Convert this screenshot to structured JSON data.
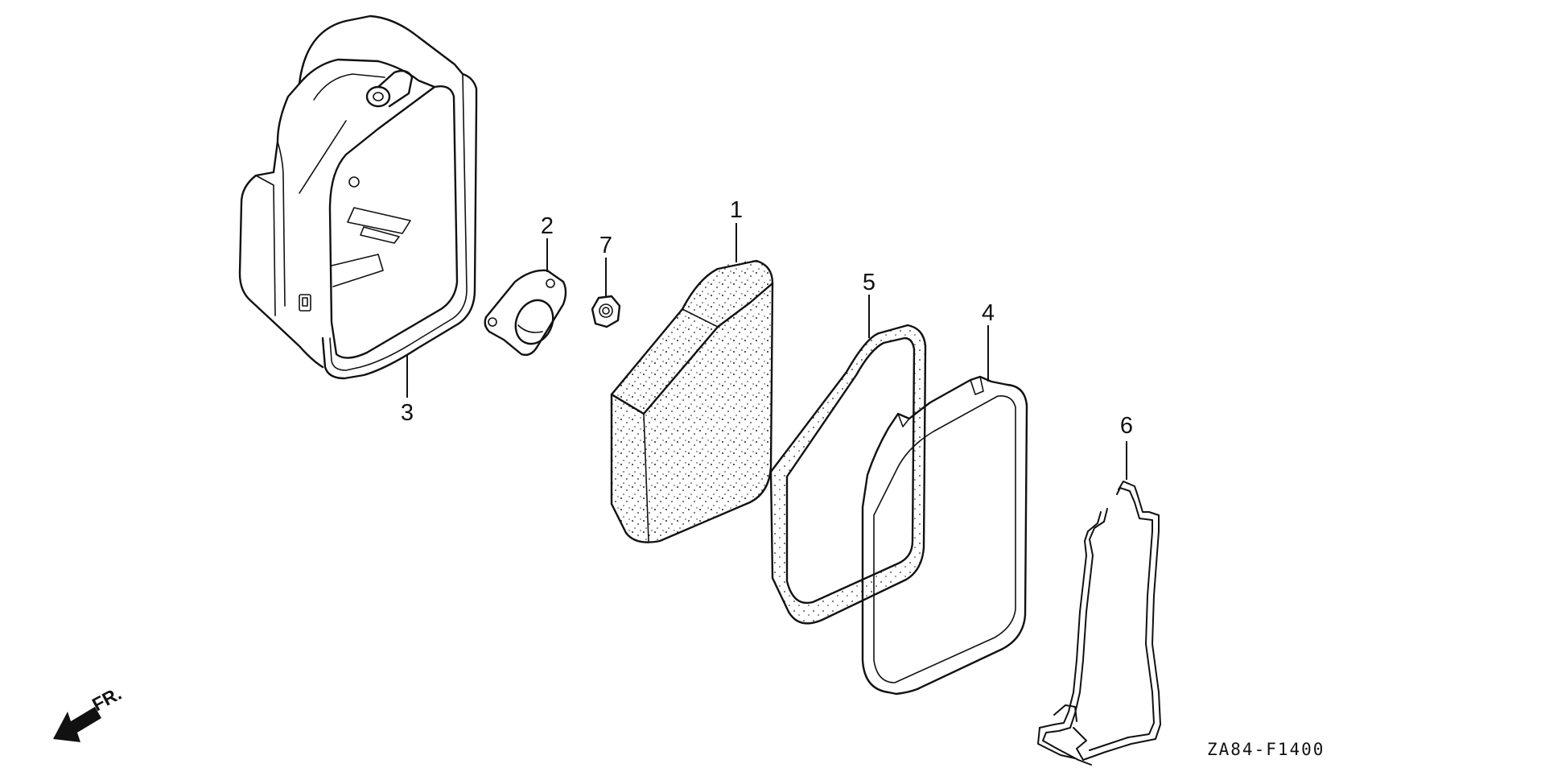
{
  "diagram": {
    "callouts": [
      {
        "id": "1",
        "label": "1"
      },
      {
        "id": "2",
        "label": "2"
      },
      {
        "id": "3",
        "label": "3"
      },
      {
        "id": "4",
        "label": "4"
      },
      {
        "id": "5",
        "label": "5"
      },
      {
        "id": "6",
        "label": "6"
      },
      {
        "id": "7",
        "label": "7"
      }
    ],
    "drawing_code": "ZA84-F1400",
    "front_indicator": "FR."
  }
}
